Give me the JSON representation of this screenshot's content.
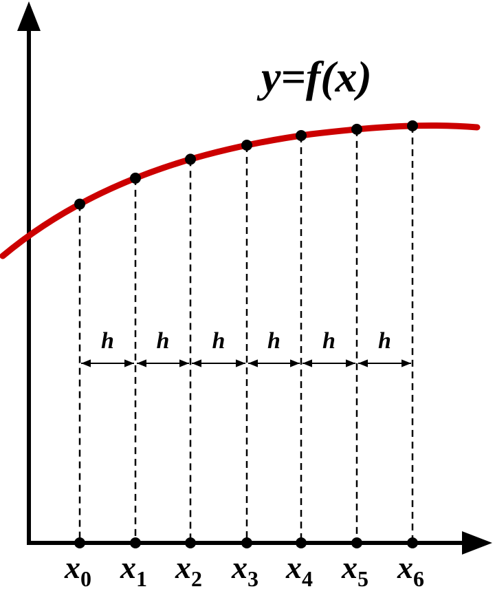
{
  "function_label": "y=f(x)",
  "interval_label": "h",
  "x_points": [
    {
      "base": "x",
      "sub": "0"
    },
    {
      "base": "x",
      "sub": "1"
    },
    {
      "base": "x",
      "sub": "2"
    },
    {
      "base": "x",
      "sub": "3"
    },
    {
      "base": "x",
      "sub": "4"
    },
    {
      "base": "x",
      "sub": "5"
    },
    {
      "base": "x",
      "sub": "6"
    }
  ],
  "colors": {
    "curve": "#cc0000",
    "axes": "#000000",
    "guides": "#000000"
  }
}
